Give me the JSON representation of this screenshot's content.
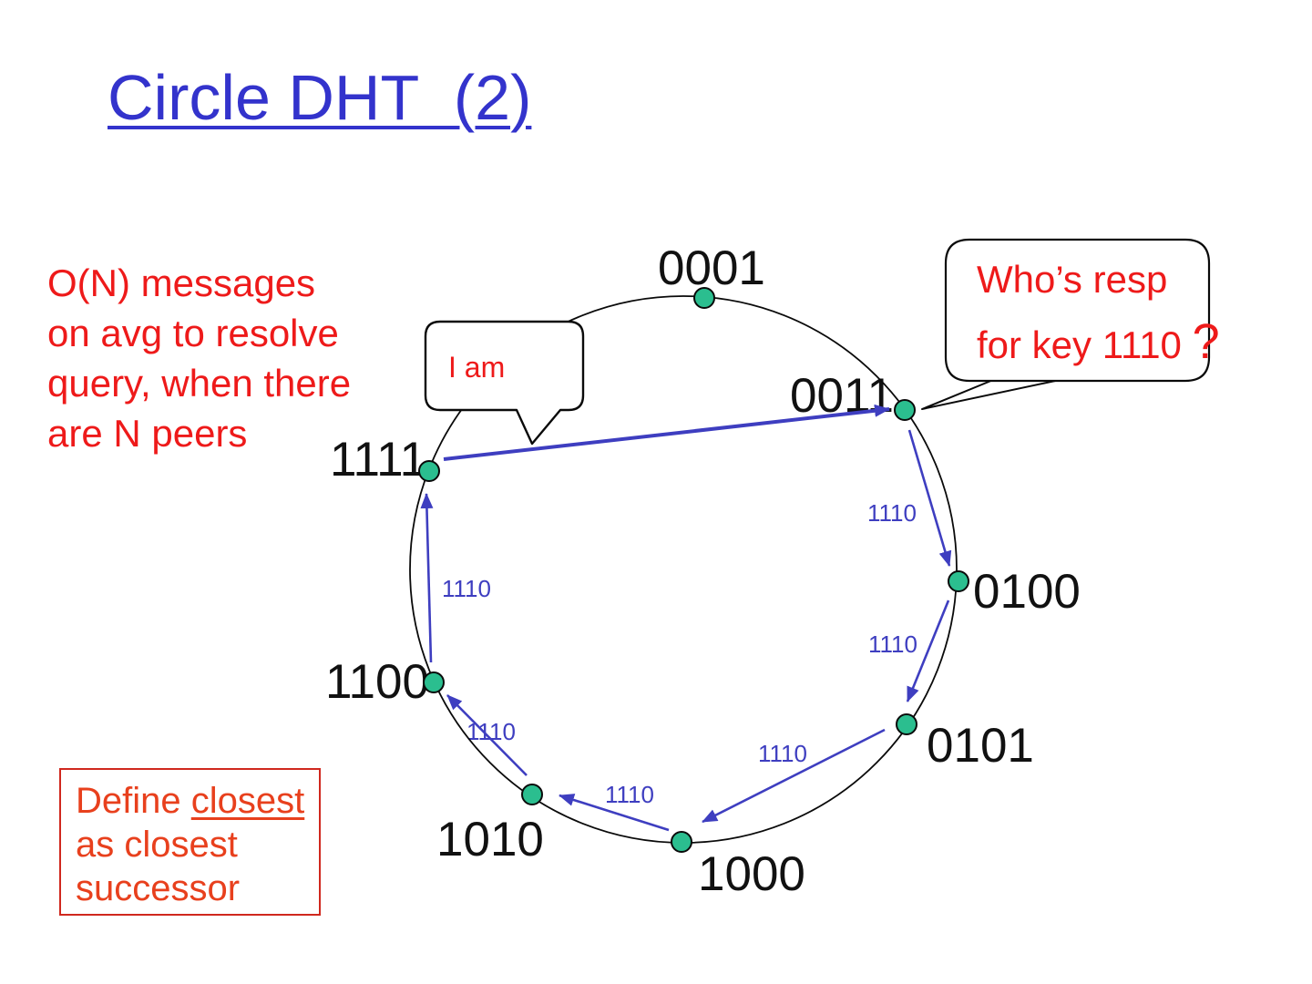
{
  "title": "Circle DHT  (2)",
  "left_note": {
    "lines": [
      "O(N) messages",
      "on avg to resolve",
      "query, when there",
      "are N peers"
    ]
  },
  "speech_bubbles": {
    "i_am": {
      "text": "I am"
    },
    "whos_resp": {
      "line1": "Who’s resp",
      "line2": "for key 1110 ",
      "qmark": "?"
    }
  },
  "ring": {
    "nodes": [
      {
        "label": "0001"
      },
      {
        "label": "0011"
      },
      {
        "label": "0100"
      },
      {
        "label": "0101"
      },
      {
        "label": "1000"
      },
      {
        "label": "1010"
      },
      {
        "label": "1100"
      },
      {
        "label": "1111"
      }
    ],
    "edge_labels": [
      {
        "text": "1110"
      },
      {
        "text": "1110"
      },
      {
        "text": "1110"
      },
      {
        "text": "1110"
      },
      {
        "text": "1110"
      },
      {
        "text": "1110"
      }
    ]
  },
  "define_box": {
    "line1_prefix": "Define ",
    "line1_underlined": "closest",
    "line2": "as closest",
    "line3": "successor"
  },
  "colors": {
    "title_blue": "#3333CC",
    "arrow_blue": "#3E3EC0",
    "node_green": "#2BBE8F",
    "note_red": "#EE1A1A",
    "define_red": "#E8401D"
  }
}
